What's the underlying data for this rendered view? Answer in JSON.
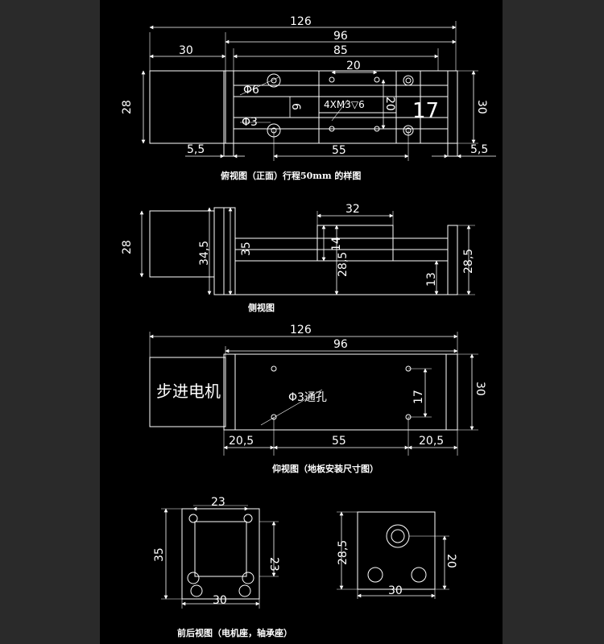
{
  "colors": {
    "background": "#000000",
    "page_margin": "#2a2a2a",
    "lines": "#ffffff"
  },
  "view1": {
    "caption": "俯视图（正面）行程50mm 的样图",
    "dims": {
      "overall": "126",
      "rail": "96",
      "carriage_travel": "85",
      "motor": "30",
      "height": "28",
      "left_offset": "5,5",
      "right_offset": "5,5",
      "hole_span": "55",
      "slide_width": "30",
      "hole_pitch_x": "20",
      "hole_pitch_y": "20",
      "slot": "6",
      "big_hole": "17"
    },
    "notes": {
      "hole6": "Φ6",
      "hole3": "Φ3",
      "tapped": "4XM3▽6"
    }
  },
  "view2": {
    "caption": "侧视图",
    "dims": {
      "carriage": "32",
      "height": "28",
      "base": "34,5",
      "block": "35",
      "slide_h": "14",
      "center_h": "28,5",
      "rail_h": "13",
      "right_h": "28,5"
    }
  },
  "view3": {
    "caption": "仰视图（地板安装尺寸图）",
    "motor_label": "步进电机",
    "dims": {
      "overall": "126",
      "rail": "96",
      "height": "30",
      "hole_pitch": "17",
      "left": "20,5",
      "span": "55",
      "right": "20,5"
    },
    "notes": {
      "thru": "Φ3通孔"
    }
  },
  "view4": {
    "caption": "前后视图（电机座，轴承座）",
    "left": {
      "top": "23",
      "height": "35",
      "right": "23",
      "bottom": "30"
    },
    "right": {
      "height": "28,5",
      "right": "20",
      "bottom": "30"
    }
  }
}
